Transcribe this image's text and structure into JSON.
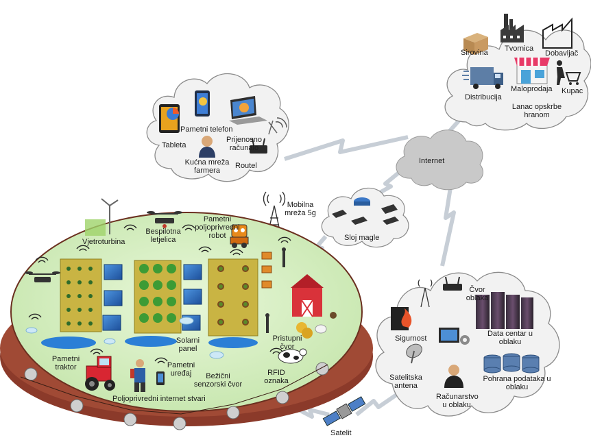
{
  "colors": {
    "cloud_fill": "#f2f2f2",
    "cloud_stroke": "#8a8a8a",
    "internet_cloud": "#c9c9c9",
    "field_green": "#d6efc2",
    "field_base": "#8b3a2a",
    "crop_plot": "#c9b443",
    "tree_green": "#3d9b35",
    "solar_blue": "#2d6fbf",
    "water_blue": "#2b7fd6",
    "barn_red": "#d9323a",
    "tractor_red": "#d82632",
    "link_zigzag": "#c7ced6"
  },
  "supply_chain": {
    "sirovina": "Sirovina",
    "tvornica": "Tvornica",
    "dobavljac": "Dobavljač",
    "distribucija": "Distribucija",
    "maloprodaja": "Maloprodaja",
    "kupac": "Kupac",
    "title": "Lanac opskrbe hranom"
  },
  "home_network": {
    "pametni_telefon": "Pametni telefon",
    "tableta": "Tableta",
    "prijenosno": "Prijenosno računalo",
    "kucna_mreza": "Kućna mreža farmera",
    "router": "Routel"
  },
  "internet": {
    "label": "Internet"
  },
  "mobile": {
    "label": "Mobilna mreža 5g"
  },
  "fog": {
    "label": "Sloj magle"
  },
  "farm": {
    "vjetroturbina": "Vjetroturbina",
    "dron": "Bespilotna letjelica",
    "robot": "Pametni poljoprivredni robot",
    "solarni": "Solarni panel",
    "pristupni": "Pristupni čvor",
    "rfid": "RFID oznaka",
    "traktor": "Pametni traktor",
    "uredaj": "Pametni uređaj",
    "senzorski": "Bežični senzorski čvor",
    "title": "Poljoprivredni internet stvari"
  },
  "cloud": {
    "cvor": "Čvor oblaka",
    "sigurnost": "Sigurnost",
    "data_centar": "Data centar u oblaku",
    "satelitska": "Satelitska antena",
    "pohrana": "Pohrana podataka u oblaku",
    "racunarstvo": "Računarstvo u oblaku"
  },
  "satellite": {
    "label": "Satelit"
  }
}
